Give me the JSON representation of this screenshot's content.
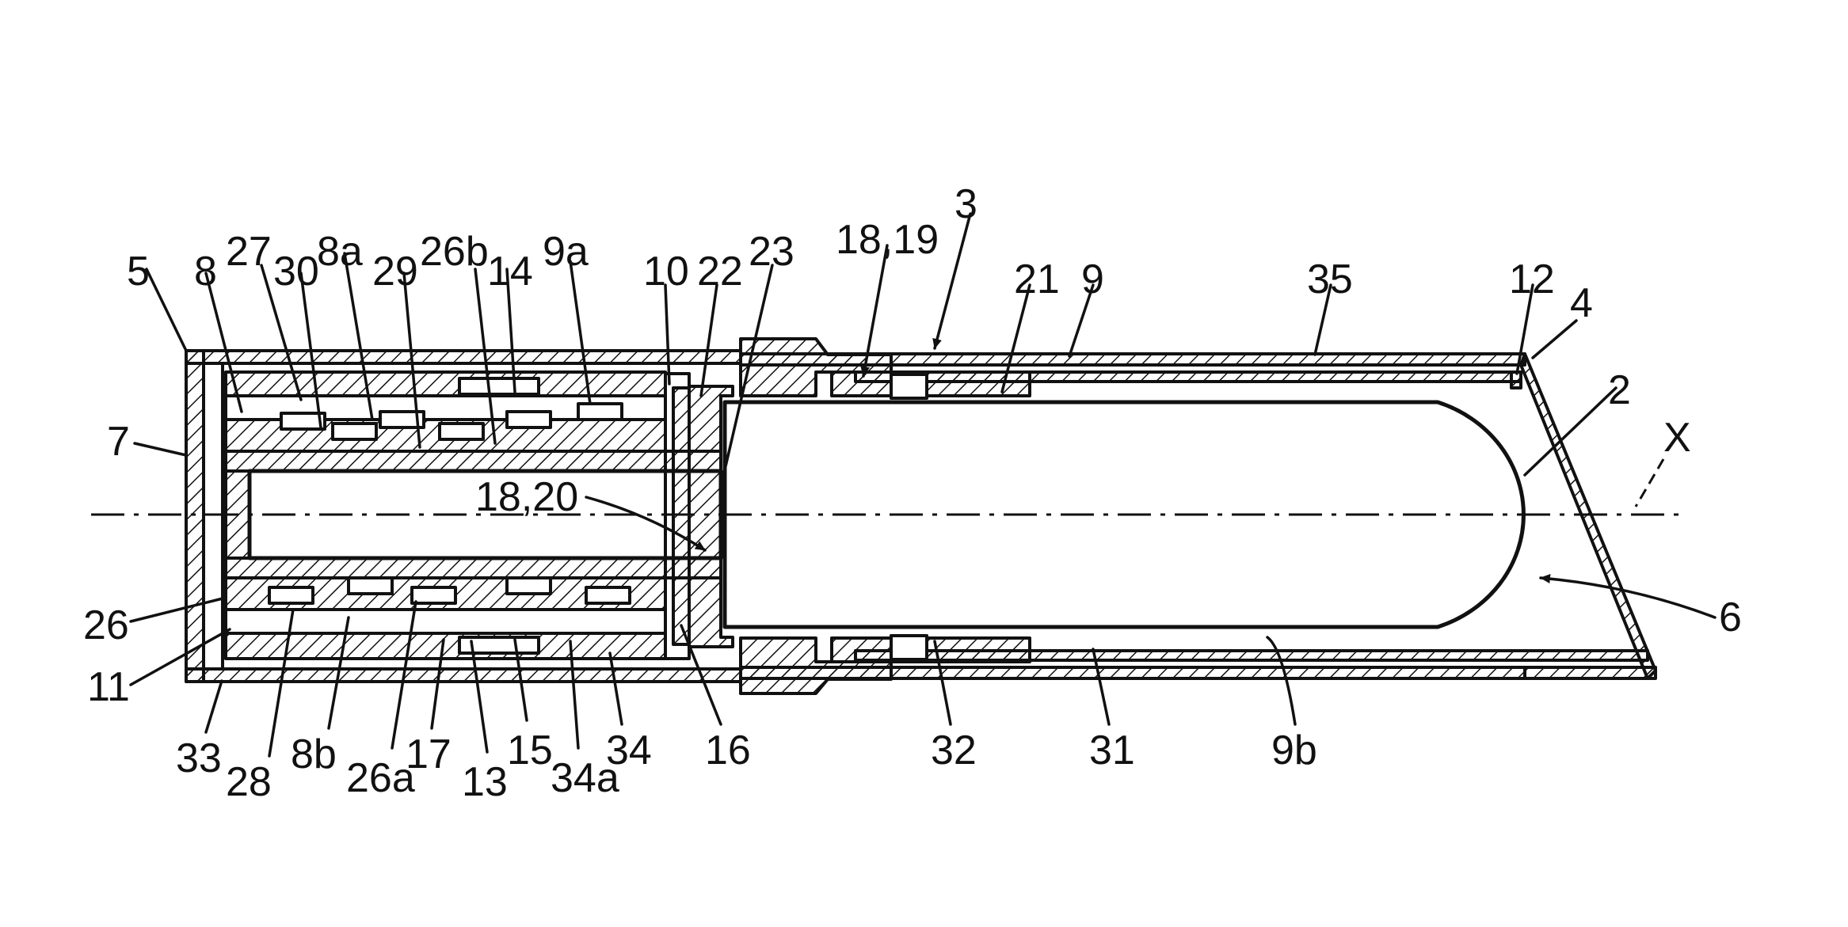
{
  "figure": {
    "description_free": true,
    "colors": {
      "ink": "#111111",
      "paper": "#ffffff"
    },
    "labels": [
      {
        "id": "l5",
        "text": "5"
      },
      {
        "id": "l8",
        "text": "8"
      },
      {
        "id": "l27",
        "text": "27"
      },
      {
        "id": "l30",
        "text": "30"
      },
      {
        "id": "l8a",
        "text": "8a"
      },
      {
        "id": "l29",
        "text": "29"
      },
      {
        "id": "l26b",
        "text": "26b"
      },
      {
        "id": "l14",
        "text": "14"
      },
      {
        "id": "l9a",
        "text": "9a"
      },
      {
        "id": "l10",
        "text": "10"
      },
      {
        "id": "l22",
        "text": "22"
      },
      {
        "id": "l23",
        "text": "23"
      },
      {
        "id": "l18_19",
        "text": "18,19"
      },
      {
        "id": "l3",
        "text": "3"
      },
      {
        "id": "l21",
        "text": "21"
      },
      {
        "id": "l9",
        "text": "9"
      },
      {
        "id": "l35",
        "text": "35"
      },
      {
        "id": "l12",
        "text": "12"
      },
      {
        "id": "l4",
        "text": "4"
      },
      {
        "id": "l2",
        "text": "2"
      },
      {
        "id": "lX",
        "text": "X"
      },
      {
        "id": "l7",
        "text": "7"
      },
      {
        "id": "l18_20",
        "text": "18,20"
      },
      {
        "id": "l6",
        "text": "6"
      },
      {
        "id": "l26",
        "text": "26"
      },
      {
        "id": "l11",
        "text": "11"
      },
      {
        "id": "l33",
        "text": "33"
      },
      {
        "id": "l28",
        "text": "28"
      },
      {
        "id": "l8b",
        "text": "8b"
      },
      {
        "id": "l26a",
        "text": "26a"
      },
      {
        "id": "l17",
        "text": "17"
      },
      {
        "id": "l13",
        "text": "13"
      },
      {
        "id": "l15",
        "text": "15"
      },
      {
        "id": "l34a",
        "text": "34a"
      },
      {
        "id": "l34",
        "text": "34"
      },
      {
        "id": "l16",
        "text": "16"
      },
      {
        "id": "l32",
        "text": "32"
      },
      {
        "id": "l31",
        "text": "31"
      },
      {
        "id": "l9b",
        "text": "9b"
      }
    ]
  }
}
